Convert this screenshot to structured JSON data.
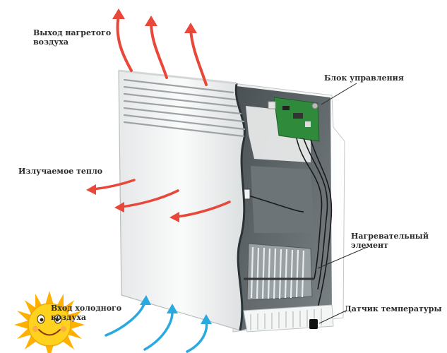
{
  "labels": {
    "hot_air_output": "Выход нагретого воздуха",
    "radiant_heat": "Излучаемое тепло",
    "control_unit": "Блок управления",
    "heating_element": "Нагревательный элемент",
    "temperature_sensor": "Датчик температуры",
    "cold_air_input": "Вход холодного воздуха"
  },
  "colors": {
    "hot_arrow": "#e8473a",
    "cold_arrow": "#2aa9e0",
    "panel": "#f4f5f5",
    "panel_shadow": "#c9cccd",
    "interior": "#5e666a",
    "circuit_board": "#2f8a3c",
    "sun": "#ffd21f",
    "sun_rays": "#ffb000"
  },
  "icons": {
    "sun": "sun-face-icon"
  }
}
